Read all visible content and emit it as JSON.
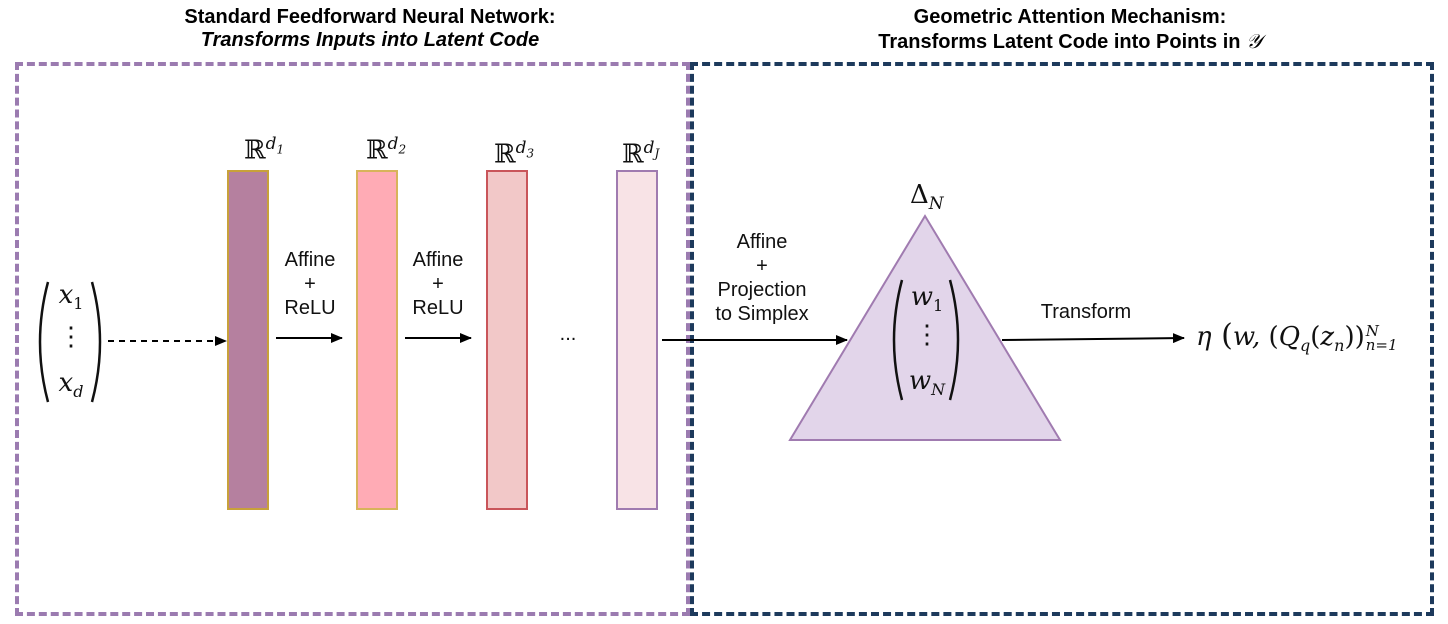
{
  "titles": {
    "left_line1": "Standard Feedforward Neural Network:",
    "left_line2": "Transforms Inputs into Latent Code",
    "right_line1": "Geometric Attention Mechanism:",
    "right_line2": "Transforms Latent Code into Points in"
  },
  "input_vector": {
    "top": "x",
    "top_sub": "1",
    "middle": "⋮",
    "bottom": "x",
    "bottom_sub": "d"
  },
  "layers": [
    {
      "base": "ℝ",
      "exp": "d",
      "exp_sub": "1",
      "fill": "#b5809f",
      "stroke": "#c8a13a"
    },
    {
      "base": "ℝ",
      "exp": "d",
      "exp_sub": "2",
      "fill": "#ffabb5",
      "stroke": "#d8b35a"
    },
    {
      "base": "ℝ",
      "exp": "d",
      "exp_sub": "3",
      "fill": "#f2c8c8",
      "stroke": "#c9555a"
    },
    {
      "base": "ℝ",
      "exp": "d",
      "exp_sub": "J",
      "fill": "#f8e3e6",
      "stroke": "#a07bb0"
    }
  ],
  "arrows": {
    "affine1": {
      "line1": "Affine",
      "line2": "+",
      "line3": "ReLU"
    },
    "affine2": {
      "line1": "Affine",
      "line2": "+",
      "line3": "ReLU"
    },
    "ellipsis": "...",
    "projection": {
      "line1": "Affine",
      "line2": "+",
      "line3": "Projection",
      "line4": "to Simplex"
    },
    "transform": "Transform"
  },
  "simplex": {
    "label_base": "Δ",
    "label_sub": "N",
    "top": "w",
    "top_sub": "1",
    "middle": "⋮",
    "bottom": "w",
    "bottom_sub": "N",
    "fill": "#e2d5ea",
    "stroke": "#a07bb0"
  },
  "output": {
    "eta": "η",
    "w": "w,",
    "Q": "Q",
    "Q_sub": "q",
    "z": "z",
    "z_sub": "n",
    "sup": "N",
    "sub": "n=1"
  },
  "colors": {
    "left_box": "#9b7bb0",
    "right_box": "#1d3a5c"
  }
}
